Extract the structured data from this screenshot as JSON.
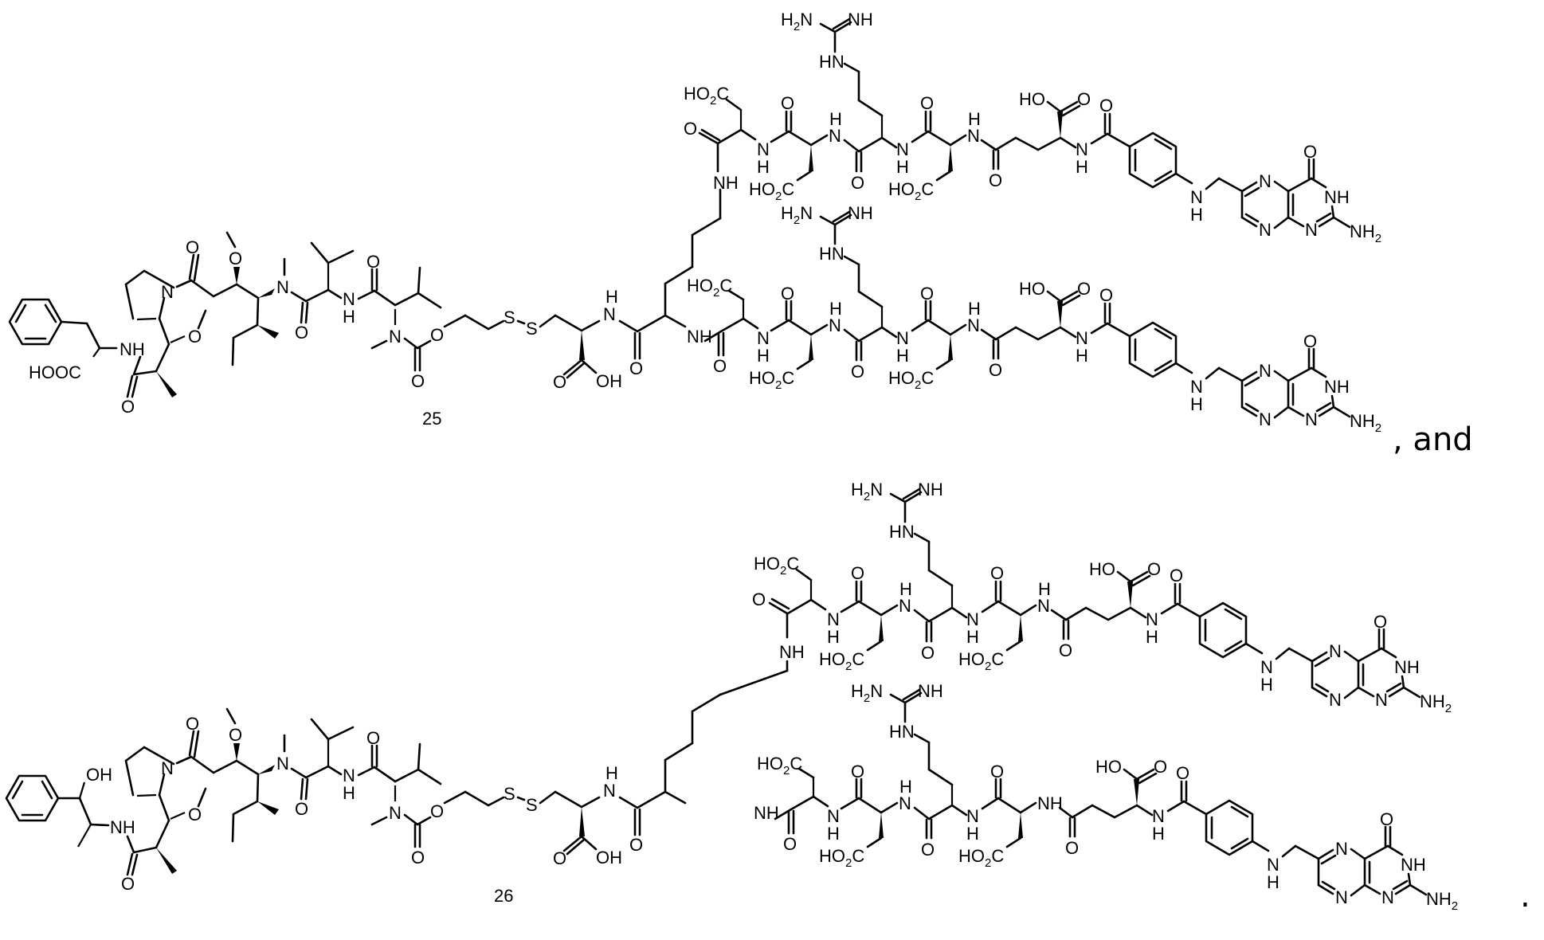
{
  "figure": {
    "type": "chemical-structure-figure",
    "background": "#ffffff",
    "ink_color": "#000000"
  },
  "compounds": [
    {
      "number": "25",
      "label": "25",
      "trailing_text": ", and",
      "c_terminal_group": "HOOC",
      "atom_labels": {
        "phenylalanine_nh": "NH",
        "acid": "HOOC",
        "prolinol_n": "N",
        "methoxy_o1": "O",
        "methoxy_o2": "O",
        "n_methyl": "N",
        "valine_nh": "N",
        "valine_h": "H",
        "carbamate_n": "N",
        "carbamate_o": "O",
        "s1": "S",
        "s2": "S",
        "cys_nh_n": "N",
        "cys_nh_h": "H",
        "cys_acid_oh": "OH",
        "lys_nh": "NH",
        "lys_side_nh": "NH",
        "ho2c": "HO2C",
        "guan_h2n": "H2N",
        "guan_nh": "NH",
        "guan_hn": "HN",
        "glu_ho": "HO",
        "pter_n": "N",
        "pter_nh": "NH",
        "pter_nh2": "NH2",
        "oxo": "O"
      }
    },
    {
      "number": "26",
      "label": "26",
      "trailing_text": ".",
      "c_terminal_group": "OH",
      "atom_labels": {
        "norephedrine_oh": "OH",
        "norephedrine_nh": "NH"
      }
    }
  ],
  "text": {
    "compound_25": "25",
    "compound_26": "26",
    "and": ", and",
    "period": "."
  },
  "labels": {
    "NH": "NH",
    "N": "N",
    "H": "H",
    "O": "O",
    "S": "S",
    "OH": "OH",
    "HO": "HO",
    "HOOC": "HOOC",
    "HO2C_main": "HO",
    "HO2C_sub": "2",
    "HO2C_tail": "C",
    "H2N_main": "H",
    "H2N_sub": "2",
    "H2N_tail": "N",
    "NH2_main": "NH",
    "NH2_sub": "2",
    "HN": "HN"
  }
}
